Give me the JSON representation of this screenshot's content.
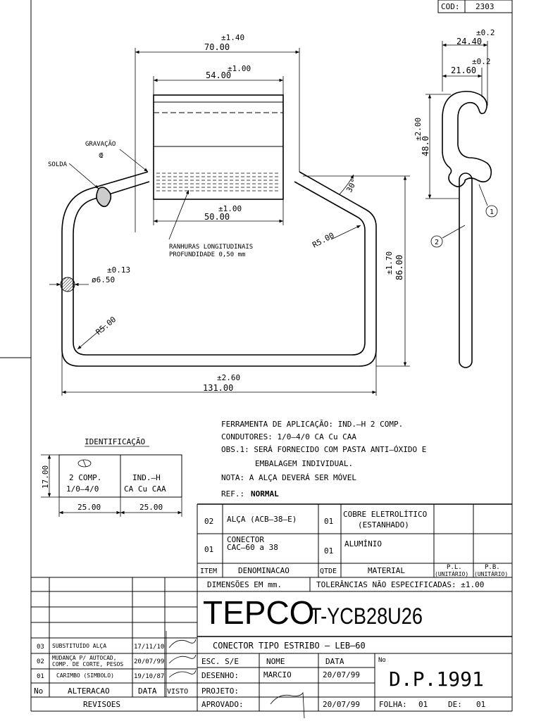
{
  "header": {
    "cod_label": "COD:",
    "cod_value": "2303"
  },
  "dims": {
    "w70_tol": "±1.40",
    "w70": "70.00",
    "w54_tol": "±1.00",
    "w54": "54.00",
    "w50_tol": "±1.00",
    "w50": "50.00",
    "w131_tol": "±2.60",
    "w131": "131.00",
    "h86_tol": "±1.70",
    "h86": "86.00",
    "d650_tol": "±0.13",
    "d650": "ø6.50",
    "r5_top": "R5.00",
    "r5_bottom": "R5.00",
    "angle": "30°",
    "h48_tol": "±2.00",
    "h48": "48.0",
    "w2440_tol": "±0.2",
    "w2440": "24.40",
    "w2160_tol": "±0.2",
    "w2160": "21.60"
  },
  "labels": {
    "gravacao": "GRAVAÇÃO",
    "solda": "SOLDA",
    "ranhuras1": "RANHURAS LONGITUDINAIS",
    "ranhuras2": "PROFUNDIDADE 0,50 mm",
    "balloon1": "1",
    "balloon2": "2"
  },
  "identificacao": {
    "title": "IDENTIFICAÇÃO",
    "left_line1": "2 COMP.",
    "left_line2": "1/0–4/0",
    "right_line1": "IND.–H",
    "right_line2": "CA Cu CAA",
    "h17": "17.00",
    "w25a": "25.00",
    "w25b": "25.00"
  },
  "notes": [
    "FERRAMENTA DE APLICAÇÃO: IND.–H 2 COMP.",
    "CONDUTORES: 1/0–4/0 CA Cu CAA",
    "OBS.1: SERÁ FORNECIDO COM PASTA ANTI–ÓXIDO E",
    "EMBALAGEM INDIVIDUAL.",
    "NOTA: A ALÇA DEVERÁ SER MÓVEL"
  ],
  "ref": {
    "label": "REF.:",
    "value": "NORMAL"
  },
  "parts": {
    "rows": [
      {
        "item": "02",
        "name": "ALÇA (ACB–38–E)",
        "name2": "",
        "qty": "01",
        "material": "COBRE ELETROLÍTICO",
        "material2": "(ESTANHADO)"
      },
      {
        "item": "01",
        "name": "CONECTOR",
        "name2": "CAC–60 a 38",
        "qty": "01",
        "material": "ALUMÍNIO",
        "material2": ""
      }
    ],
    "headers": {
      "item": "ITEM",
      "name": "DENOMINACAO",
      "qty": "QTDE",
      "material": "MATERIAL",
      "pl": "P.L.",
      "pl_sub": "(UNITÁRIO)",
      "pb": "P.B.",
      "pb_sub": "(UNITÁRIO)"
    }
  },
  "title_block": {
    "units": "DIMENSÕES EM mm.",
    "tolerance": "TOLERÂNCIAS NÃO ESPECIFICADAS: ±1.00",
    "company": "TEPCO",
    "code": "T-YCB28U26",
    "description": "CONECTOR TIPO ESTRIBO – LEB–60",
    "esc_label": "ESC. S/E",
    "nome_label": "NOME",
    "data_label": "DATA",
    "no_label": "No",
    "desenho_label": "DESENHO:",
    "desenho_name": "MARCIO",
    "desenho_date": "20/07/99",
    "projeto_label": "PROJETO:",
    "aprovado_label": "APROVADO:",
    "aprovado_date": "20/07/99",
    "drawing_no": "D.P.1991",
    "folha_label": "FOLHA:",
    "folha_value": "01",
    "de_label": "DE:",
    "de_value": "01"
  },
  "revisions": {
    "rows": [
      {
        "no": "03",
        "desc": "SUBSTITUÍDO ALÇA",
        "desc2": "",
        "date": "17/11/10"
      },
      {
        "no": "02",
        "desc": "MUDANÇA P/ AUTOCAD,",
        "desc2": "COMP. DE CORTE, PESOS",
        "date": "20/07/99"
      },
      {
        "no": "01",
        "desc": "CARIMBO (SIMBOLO)",
        "desc2": "",
        "date": "19/10/87"
      }
    ],
    "headers": {
      "no": "No",
      "desc": "ALTERACAO",
      "date": "DATA",
      "visto": "VISTO"
    },
    "footer": "REVISOES"
  }
}
